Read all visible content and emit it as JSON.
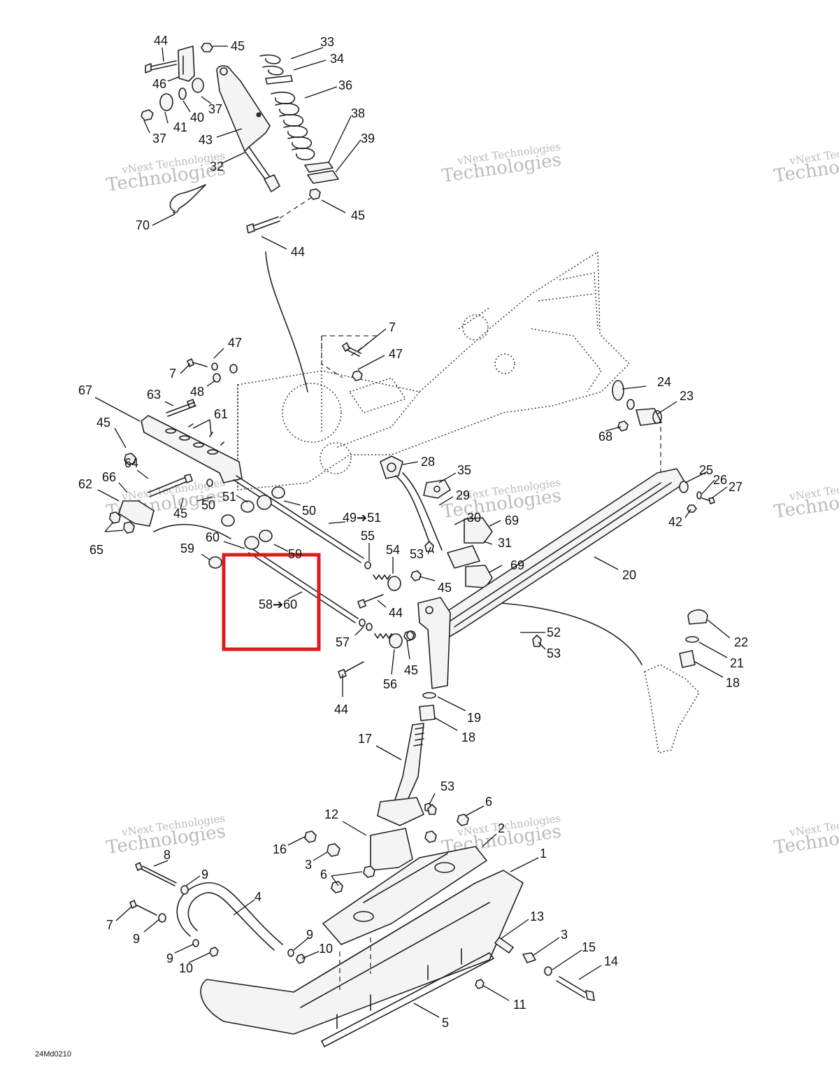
{
  "diagram_code": "24Md0210",
  "watermark": {
    "line1": "vNext Technologies",
    "line2": "Technologies",
    "line3": "vNext"
  },
  "highlight": {
    "label": "58➔60",
    "color": "#e01b1b"
  },
  "callouts": [
    {
      "id": "c44a",
      "text": "44"
    },
    {
      "id": "c45a",
      "text": "45"
    },
    {
      "id": "c46",
      "text": "46"
    },
    {
      "id": "c33",
      "text": "33"
    },
    {
      "id": "c34",
      "text": "34"
    },
    {
      "id": "c36",
      "text": "36"
    },
    {
      "id": "c37a",
      "text": "37"
    },
    {
      "id": "c40",
      "text": "40"
    },
    {
      "id": "c41",
      "text": "41"
    },
    {
      "id": "c37b",
      "text": "37"
    },
    {
      "id": "c43",
      "text": "43"
    },
    {
      "id": "c38",
      "text": "38"
    },
    {
      "id": "c39",
      "text": "39"
    },
    {
      "id": "c32",
      "text": "32"
    },
    {
      "id": "c45b",
      "text": "45"
    },
    {
      "id": "c70",
      "text": "70"
    },
    {
      "id": "c44b",
      "text": "44"
    },
    {
      "id": "c7a",
      "text": "7"
    },
    {
      "id": "c47a",
      "text": "47"
    },
    {
      "id": "c47b",
      "text": "47"
    },
    {
      "id": "c7b",
      "text": "7"
    },
    {
      "id": "c48",
      "text": "48"
    },
    {
      "id": "c67",
      "text": "67"
    },
    {
      "id": "c63",
      "text": "63"
    },
    {
      "id": "c61",
      "text": "61"
    },
    {
      "id": "c45c",
      "text": "45"
    },
    {
      "id": "c24",
      "text": "24"
    },
    {
      "id": "c23",
      "text": "23"
    },
    {
      "id": "c68",
      "text": "68"
    },
    {
      "id": "c28",
      "text": "28"
    },
    {
      "id": "c35",
      "text": "35"
    },
    {
      "id": "c64",
      "text": "64"
    },
    {
      "id": "c62",
      "text": "62"
    },
    {
      "id": "c66",
      "text": "66"
    },
    {
      "id": "c51",
      "text": "51"
    },
    {
      "id": "c50a",
      "text": "50"
    },
    {
      "id": "c50b",
      "text": "50"
    },
    {
      "id": "c45d",
      "text": "45"
    },
    {
      "id": "c65",
      "text": "65"
    },
    {
      "id": "c29",
      "text": "29"
    },
    {
      "id": "c25",
      "text": "25"
    },
    {
      "id": "c26",
      "text": "26"
    },
    {
      "id": "c27",
      "text": "27"
    },
    {
      "id": "c42",
      "text": "42"
    },
    {
      "id": "c30",
      "text": "30"
    },
    {
      "id": "c69a",
      "text": "69"
    },
    {
      "id": "c49",
      "text": "49➔51"
    },
    {
      "id": "c55",
      "text": "55"
    },
    {
      "id": "c60",
      "text": "60"
    },
    {
      "id": "c59a",
      "text": "59"
    },
    {
      "id": "c59b",
      "text": "59"
    },
    {
      "id": "c54",
      "text": "54"
    },
    {
      "id": "c53a",
      "text": "53"
    },
    {
      "id": "c31",
      "text": "31"
    },
    {
      "id": "c45e",
      "text": "45"
    },
    {
      "id": "c69b",
      "text": "69"
    },
    {
      "id": "c20",
      "text": "20"
    },
    {
      "id": "c44c",
      "text": "44"
    },
    {
      "id": "c52",
      "text": "52"
    },
    {
      "id": "c53b",
      "text": "53"
    },
    {
      "id": "c22",
      "text": "22"
    },
    {
      "id": "c57",
      "text": "57"
    },
    {
      "id": "c21",
      "text": "21"
    },
    {
      "id": "c18a",
      "text": "18"
    },
    {
      "id": "c45f",
      "text": "45"
    },
    {
      "id": "c56",
      "text": "56"
    },
    {
      "id": "c44d",
      "text": "44"
    },
    {
      "id": "c19",
      "text": "19"
    },
    {
      "id": "c18b",
      "text": "18"
    },
    {
      "id": "c17",
      "text": "17"
    },
    {
      "id": "c53c",
      "text": "53"
    },
    {
      "id": "c6a",
      "text": "6"
    },
    {
      "id": "c12",
      "text": "12"
    },
    {
      "id": "c2",
      "text": "2"
    },
    {
      "id": "c16",
      "text": "16"
    },
    {
      "id": "c8",
      "text": "8"
    },
    {
      "id": "c3a",
      "text": "3"
    },
    {
      "id": "c1",
      "text": "1"
    },
    {
      "id": "c6b",
      "text": "6"
    },
    {
      "id": "c9a",
      "text": "9"
    },
    {
      "id": "c4",
      "text": "4"
    },
    {
      "id": "c7c",
      "text": "7"
    },
    {
      "id": "c9b",
      "text": "9"
    },
    {
      "id": "c13",
      "text": "13"
    },
    {
      "id": "c9c",
      "text": "9"
    },
    {
      "id": "c3b",
      "text": "3"
    },
    {
      "id": "c10a",
      "text": "10"
    },
    {
      "id": "c15",
      "text": "15"
    },
    {
      "id": "c9d",
      "text": "9"
    },
    {
      "id": "c14",
      "text": "14"
    },
    {
      "id": "c10b",
      "text": "10"
    },
    {
      "id": "c11",
      "text": "11"
    },
    {
      "id": "c5",
      "text": "5"
    }
  ]
}
